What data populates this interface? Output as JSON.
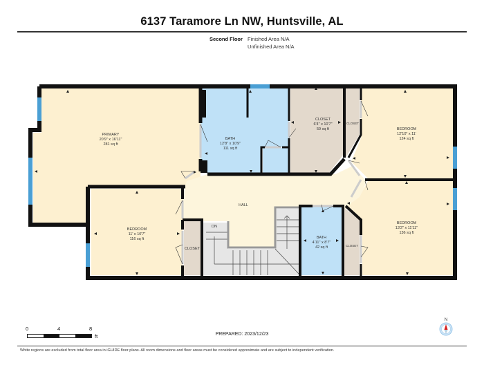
{
  "header": {
    "title": "6137 Taramore Ln NW, Huntsville, AL",
    "floor_name": "Second Floor",
    "finished_area": "Finished Area N/A",
    "unfinished_area": "Unfinished Area N/A"
  },
  "rooms": {
    "primary": {
      "name": "PRIMARY",
      "dims": "20'9\" x 16'11\"",
      "area": "281 sq ft"
    },
    "bath_main": {
      "name": "BATH",
      "dims": "12'8\" x 10'9\"",
      "area": "111 sq ft"
    },
    "closet_main": {
      "name": "CLOSET",
      "dims": "6'4\" x 10'7\"",
      "area": "59 sq ft"
    },
    "closet_ne": {
      "name": "CLOSET"
    },
    "bedroom_ne": {
      "name": "BEDROOM",
      "dims": "12'10\" x 11'",
      "area": "124 sq ft"
    },
    "hall": {
      "name": "HALL"
    },
    "stairs": {
      "name": "DN"
    },
    "bedroom_sw": {
      "name": "BEDROOM",
      "dims": "11' x 10'7\"",
      "area": "116 sq ft"
    },
    "closet_sw": {
      "name": "CLOSET"
    },
    "bath_small": {
      "name": "BATH",
      "dims": "4'11\" x 8'7\"",
      "area": "42 sq ft"
    },
    "closet_se": {
      "name": "CLOSET"
    },
    "bedroom_se": {
      "name": "BEDROOM",
      "dims": "13'2\" x 11'11\"",
      "area": "136 sq ft"
    }
  },
  "scale": {
    "labels": [
      "0",
      "4",
      "8"
    ],
    "unit": "ft"
  },
  "prepared": "PREPARED: 2023/12/23",
  "compass": {
    "label": "N"
  },
  "footnote": "White regions are excluded from total floor area in iGUIDE floor plans. All room dimensions and floor areas must be considered approximate and are subject to independent verification.",
  "colors": {
    "bedroom_fill": "#fdf0d0",
    "bath_fill": "#bfe1f7",
    "closet_fill": "#e3d9cc",
    "stairs_fill": "#e6e6e6",
    "window": "#4a9fd4",
    "wall": "#111111"
  }
}
